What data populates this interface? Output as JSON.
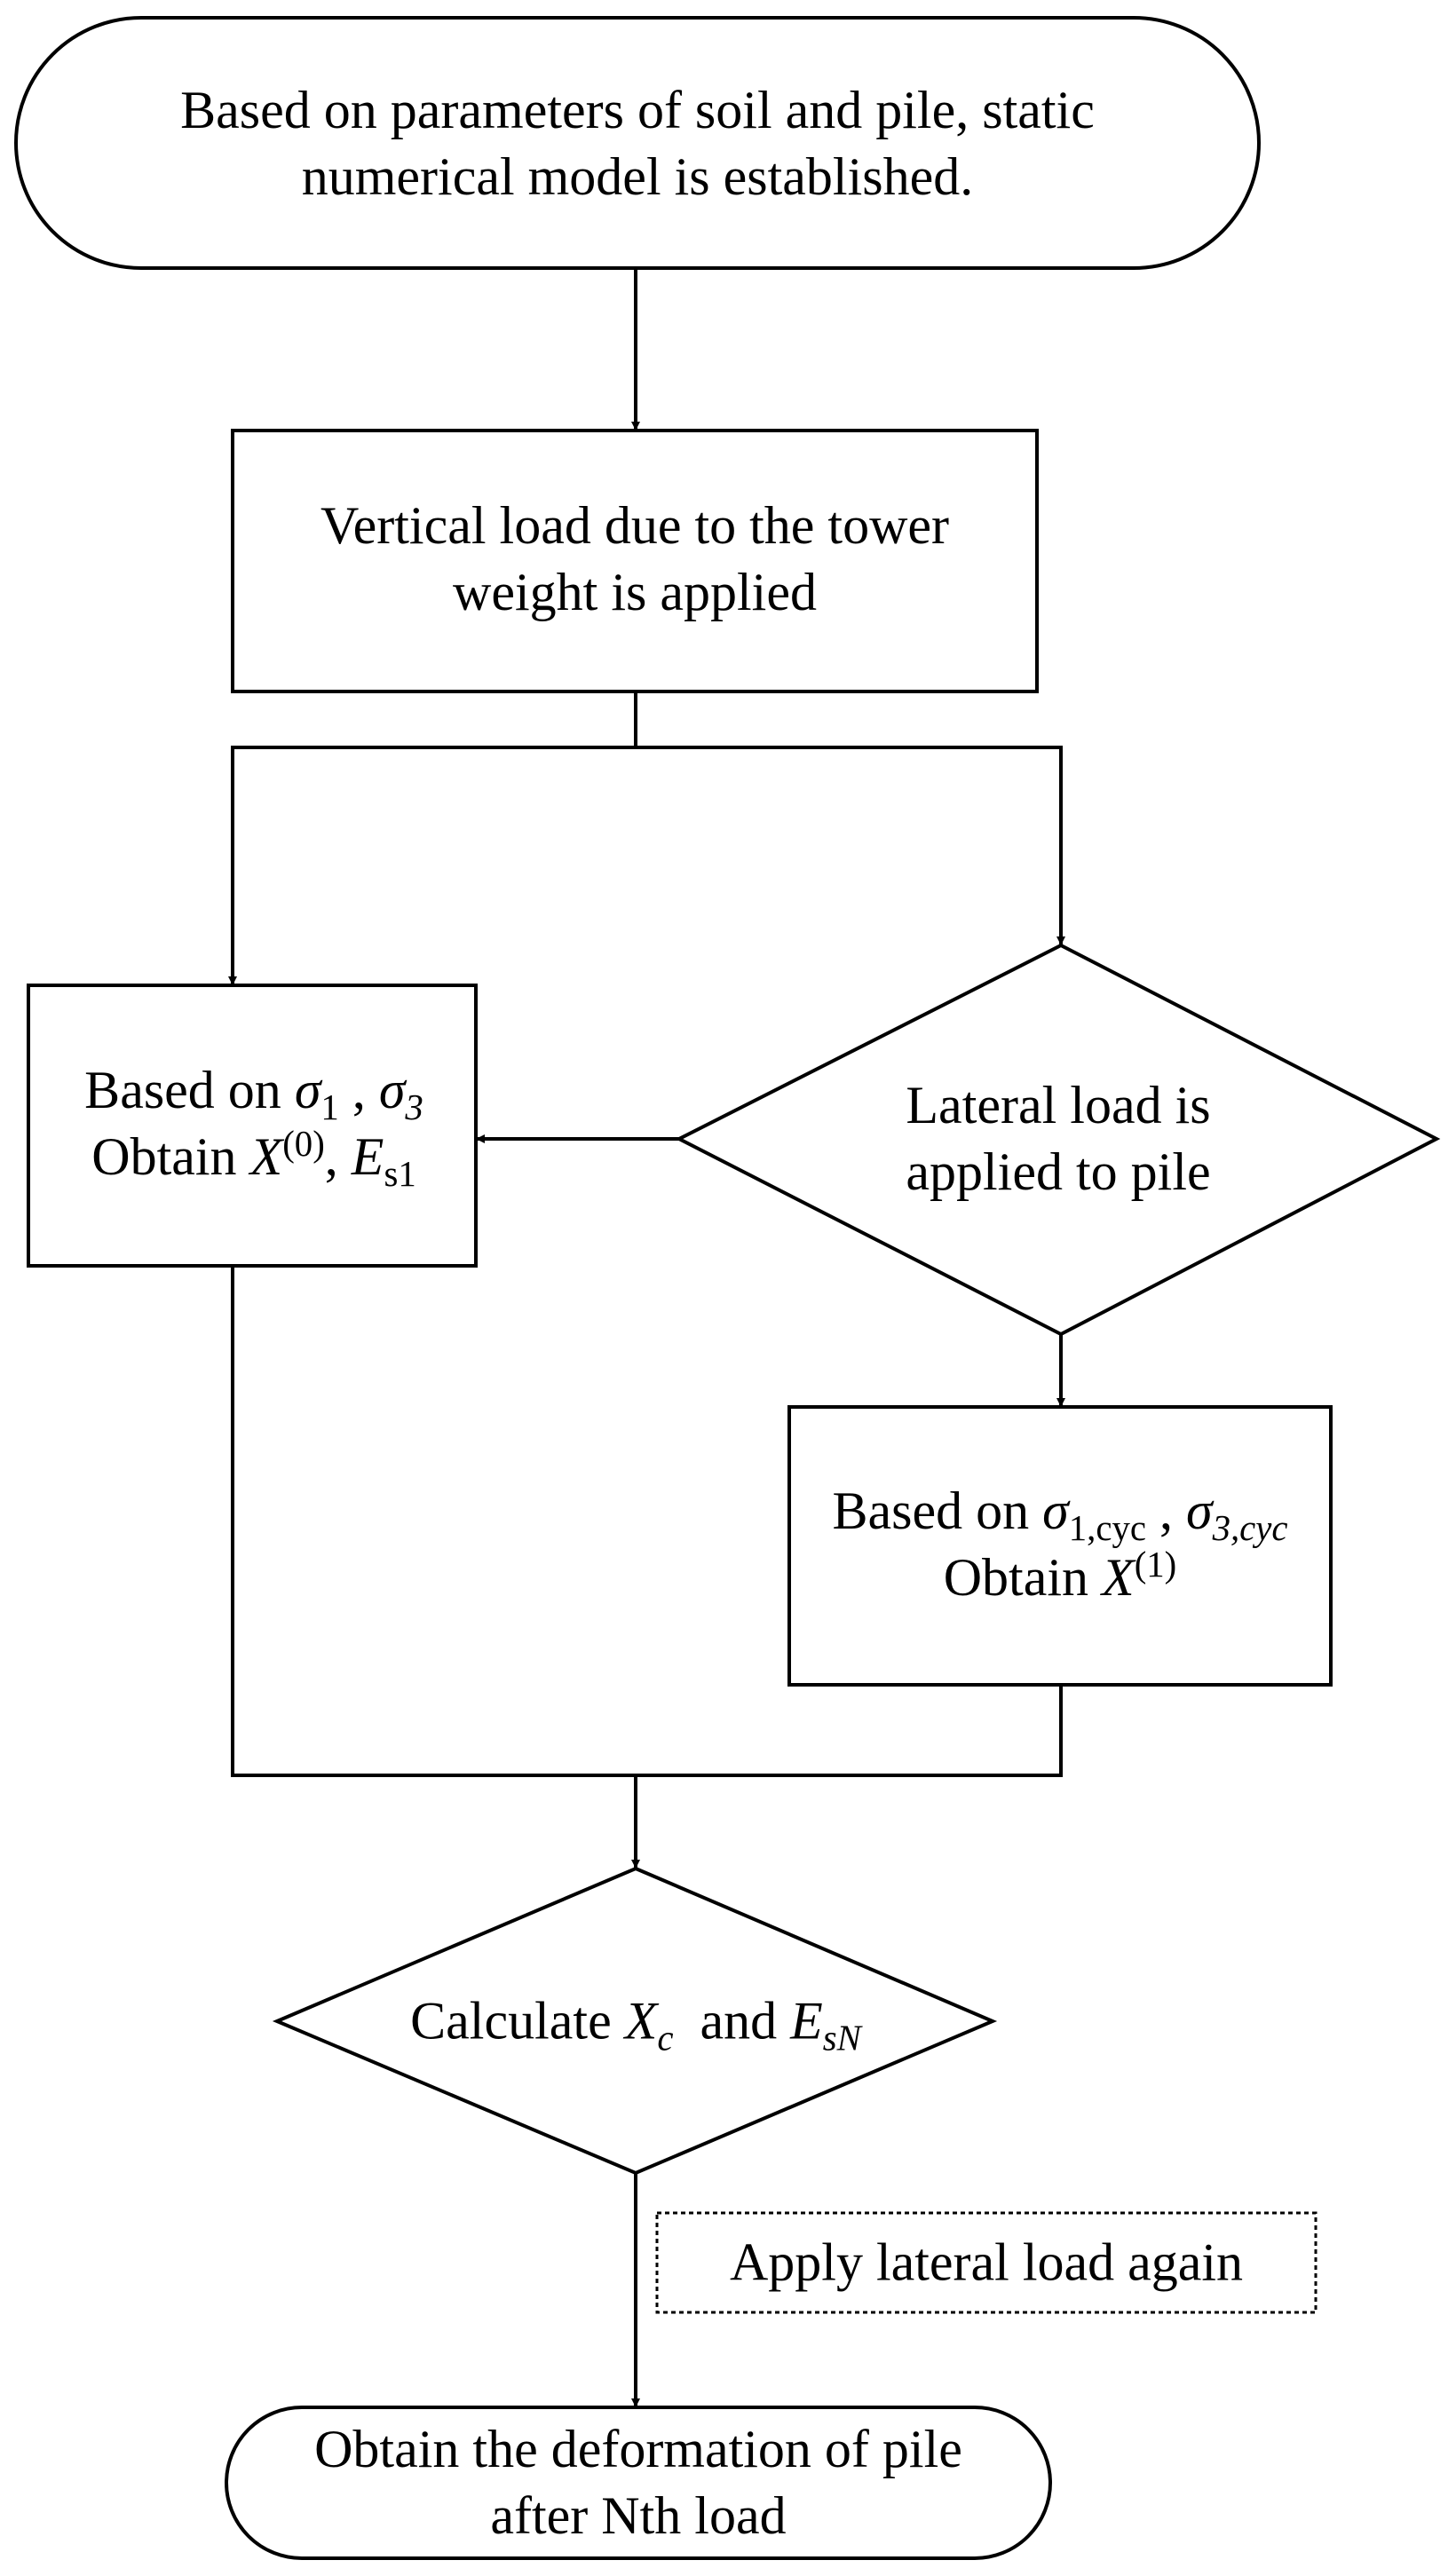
{
  "nodes": {
    "start": {
      "line1": "Based on parameters of soil and pile, static",
      "line2": "numerical model is established."
    },
    "vertical_load": {
      "line1": "Vertical load due to the tower",
      "line2": "weight is applied"
    },
    "static_params": {
      "based_on": "Based on",
      "sigma": "σ",
      "sub_1": "1",
      "sub_3": "3",
      "sep": " , ",
      "obtain": "Obtain",
      "x_var": "X",
      "x_sup": "(0)",
      "comma": ", ",
      "e_var": "E",
      "e_sub": "s1"
    },
    "lateral_load": {
      "line1": "Lateral load is",
      "line2": "applied to pile"
    },
    "cyclic_params": {
      "based_on": "Based on",
      "sigma": "σ",
      "sub_1cyc": "1,cyc",
      "sub_3cyc": "3,cyc",
      "sep": " , ",
      "obtain": "Obtain",
      "x_var": "X",
      "x_sup": "(1)"
    },
    "calculate": {
      "text": "Calculate",
      "x_var": "X",
      "x_sub": "c",
      "and": "and",
      "e_var": "E",
      "e_sub": "sN"
    },
    "apply_again": {
      "label": "Apply lateral load again"
    },
    "end": {
      "line1": "Obtain the deformation of pile",
      "line2": "after Nth load"
    }
  },
  "style": {
    "stroke": "#000000",
    "background": "#ffffff"
  }
}
